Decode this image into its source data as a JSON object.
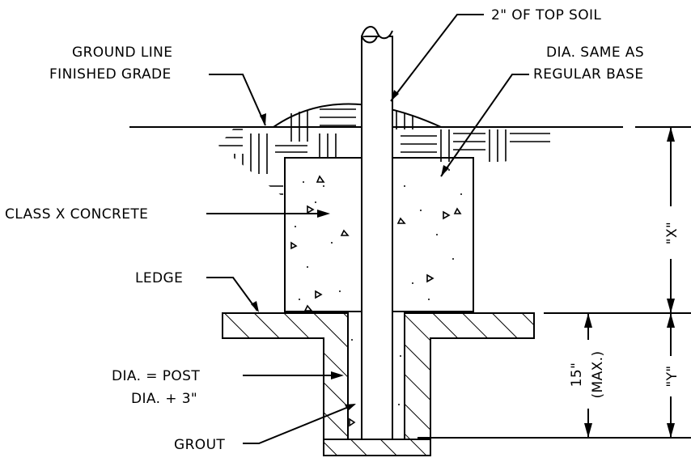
{
  "labels": {
    "top_soil": "2\" OF TOP SOIL",
    "ground_line": "GROUND LINE",
    "finished_grade": "FINISHED GRADE",
    "dia_same": "DIA. SAME AS",
    "regular_base": "REGULAR BASE",
    "class_x": "CLASS X CONCRETE",
    "ledge": "LEDGE",
    "dia_post": "DIA. = POST",
    "dia_plus": "DIA. + 3\"",
    "grout": "GROUT",
    "dim_x": "\"X\"",
    "dim_y": "\"Y\"",
    "dim_15": "15\"",
    "dim_max": "(MAX.)"
  }
}
